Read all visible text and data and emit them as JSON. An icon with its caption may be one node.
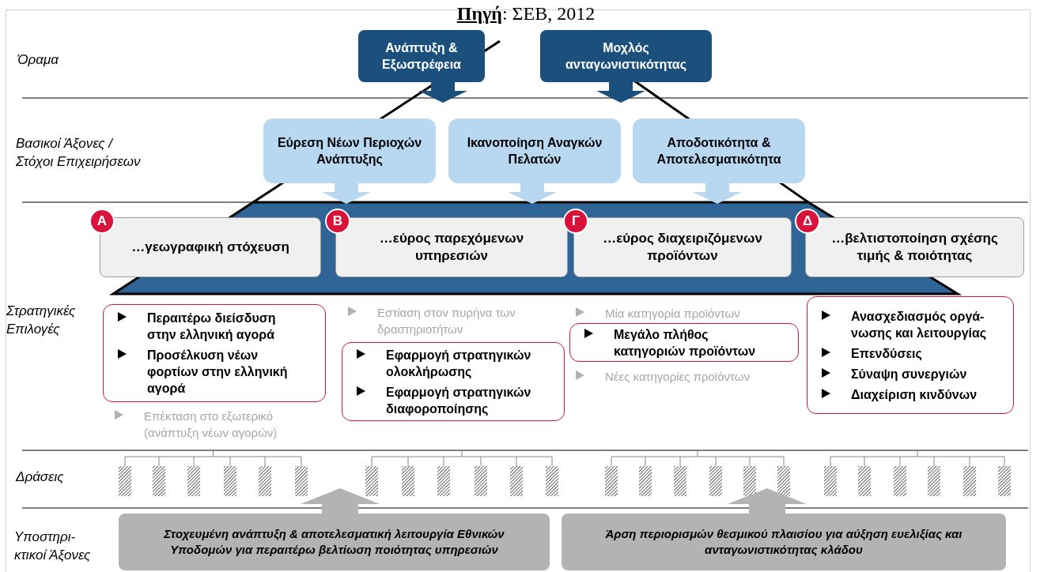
{
  "diagram": {
    "title": "**Πηγή**: ΣΕΒ, 2012",
    "nodes": [
      {
        "text": [
          "Ανάπτυξη & Εξωστρέφεια"
        ]
      },
      {
        "text": [
          "Μοχλός ανταγωνιστικότητας"
        ]
      },
      {
        "text": [
          "Εύρεση Νέων Περιοχών Ανάπτυξης"
        ]
      },
      {
        "text": [
          "Ικανοποίηση Αναγκών Πελατών"
        ]
      },
      {
        "text": [
          "Αποδοτικότητα & Αποτελεσματικότητα"
        ]
      },
      {
        "text": [
          "Α",
          "…γεωγραφική στόχευση"
        ]
      },
      {
        "text": [
          "Β",
          "…εύρος παρεχόμενων υπηρεσιών"
        ]
      },
      {
        "text": [
          "Γ",
          "…εύρος διαχειριζόμενων προϊόντων"
        ]
      },
      {
        "text": [
          "Δ",
          "…βελτιστοποίηση σχέσης τιμής & ποιότητας"
        ]
      },
      {
        "text": [
          "Περαιτέρω διείσδυση στην ελληνική αγορά",
          "Προσέλκυση νέων φορτίων στην ελληνική αγορά"
        ]
      },
      {
        "text": [
          "Εφαρμογή στρατηγικών ολοκλήρωσης",
          "Εφαρμογή στρατηγικών διαφοροποίησης"
        ]
      },
      {
        "text": [
          "Μεγάλο πλήθος κατηγοριών προϊόντων"
        ]
      },
      {
        "text": [
          "Ανασχεδιασμός οργά- νωσης και λειτουργίας",
          "Επενδύσεις",
          "Σύναψη συνεργιών",
          "Διαχείριση κινδύνων"
        ]
      },
      {
        "text": [
          "Στοχευμένη ανάπτυξη & αποτελεσματική λειτουργία Εθνικών Υποδομών για περαιτέρω βελτίωση ποιότητας υπηρεσιών"
        ]
      },
      {
        "text": [
          "Άρση περιορισμών θεσμικού πλαισίου για αύξηση ευελιξίας και ανταγωνιστικότητας κλάδου"
        ]
      }
    ],
    "edges": [
      {
        "from": 0,
        "to": null,
        "arrow": "to",
        "style": "thick",
        "color": "#1b4f7c"
      },
      {
        "from": 1,
        "to": null,
        "arrow": "to",
        "style": "thick",
        "color": "#1b4f7c"
      },
      {
        "from": 2,
        "to": null,
        "arrow": "to",
        "style": "thick",
        "color": "#b8d7f0"
      },
      {
        "from": 3,
        "to": null,
        "arrow": "to",
        "style": "thick",
        "color": "#b8d7f0"
      },
      {
        "from": 4,
        "to": null,
        "arrow": "to",
        "style": "thick",
        "color": "#b8d7f0"
      },
      {
        "from": 13,
        "to": null,
        "arrow": "to",
        "style": "thick",
        "color": "#b3b3b3"
      },
      {
        "from": 14,
        "to": null,
        "arrow": "to",
        "style": "thick",
        "color": "#b3b3b3"
      }
    ],
    "labels": [
      "Όραμα",
      "Βασικοί Άξονες / Στόχοι Επιχειρήσεων",
      "Στρατηγικές Επιλογές",
      "Εστίαση στον πυρήνα των δραστηριοτήτων",
      "Μία κατηγορία προϊόντων",
      "Επέκταση στο εξωτερικό (ανάπτυξη νέων αγορών)",
      "Νέες κατηγορίες προϊόντων",
      "Δράσεις",
      "Υποστηρι- κτικοί Άξονες"
    ]
  }
}
